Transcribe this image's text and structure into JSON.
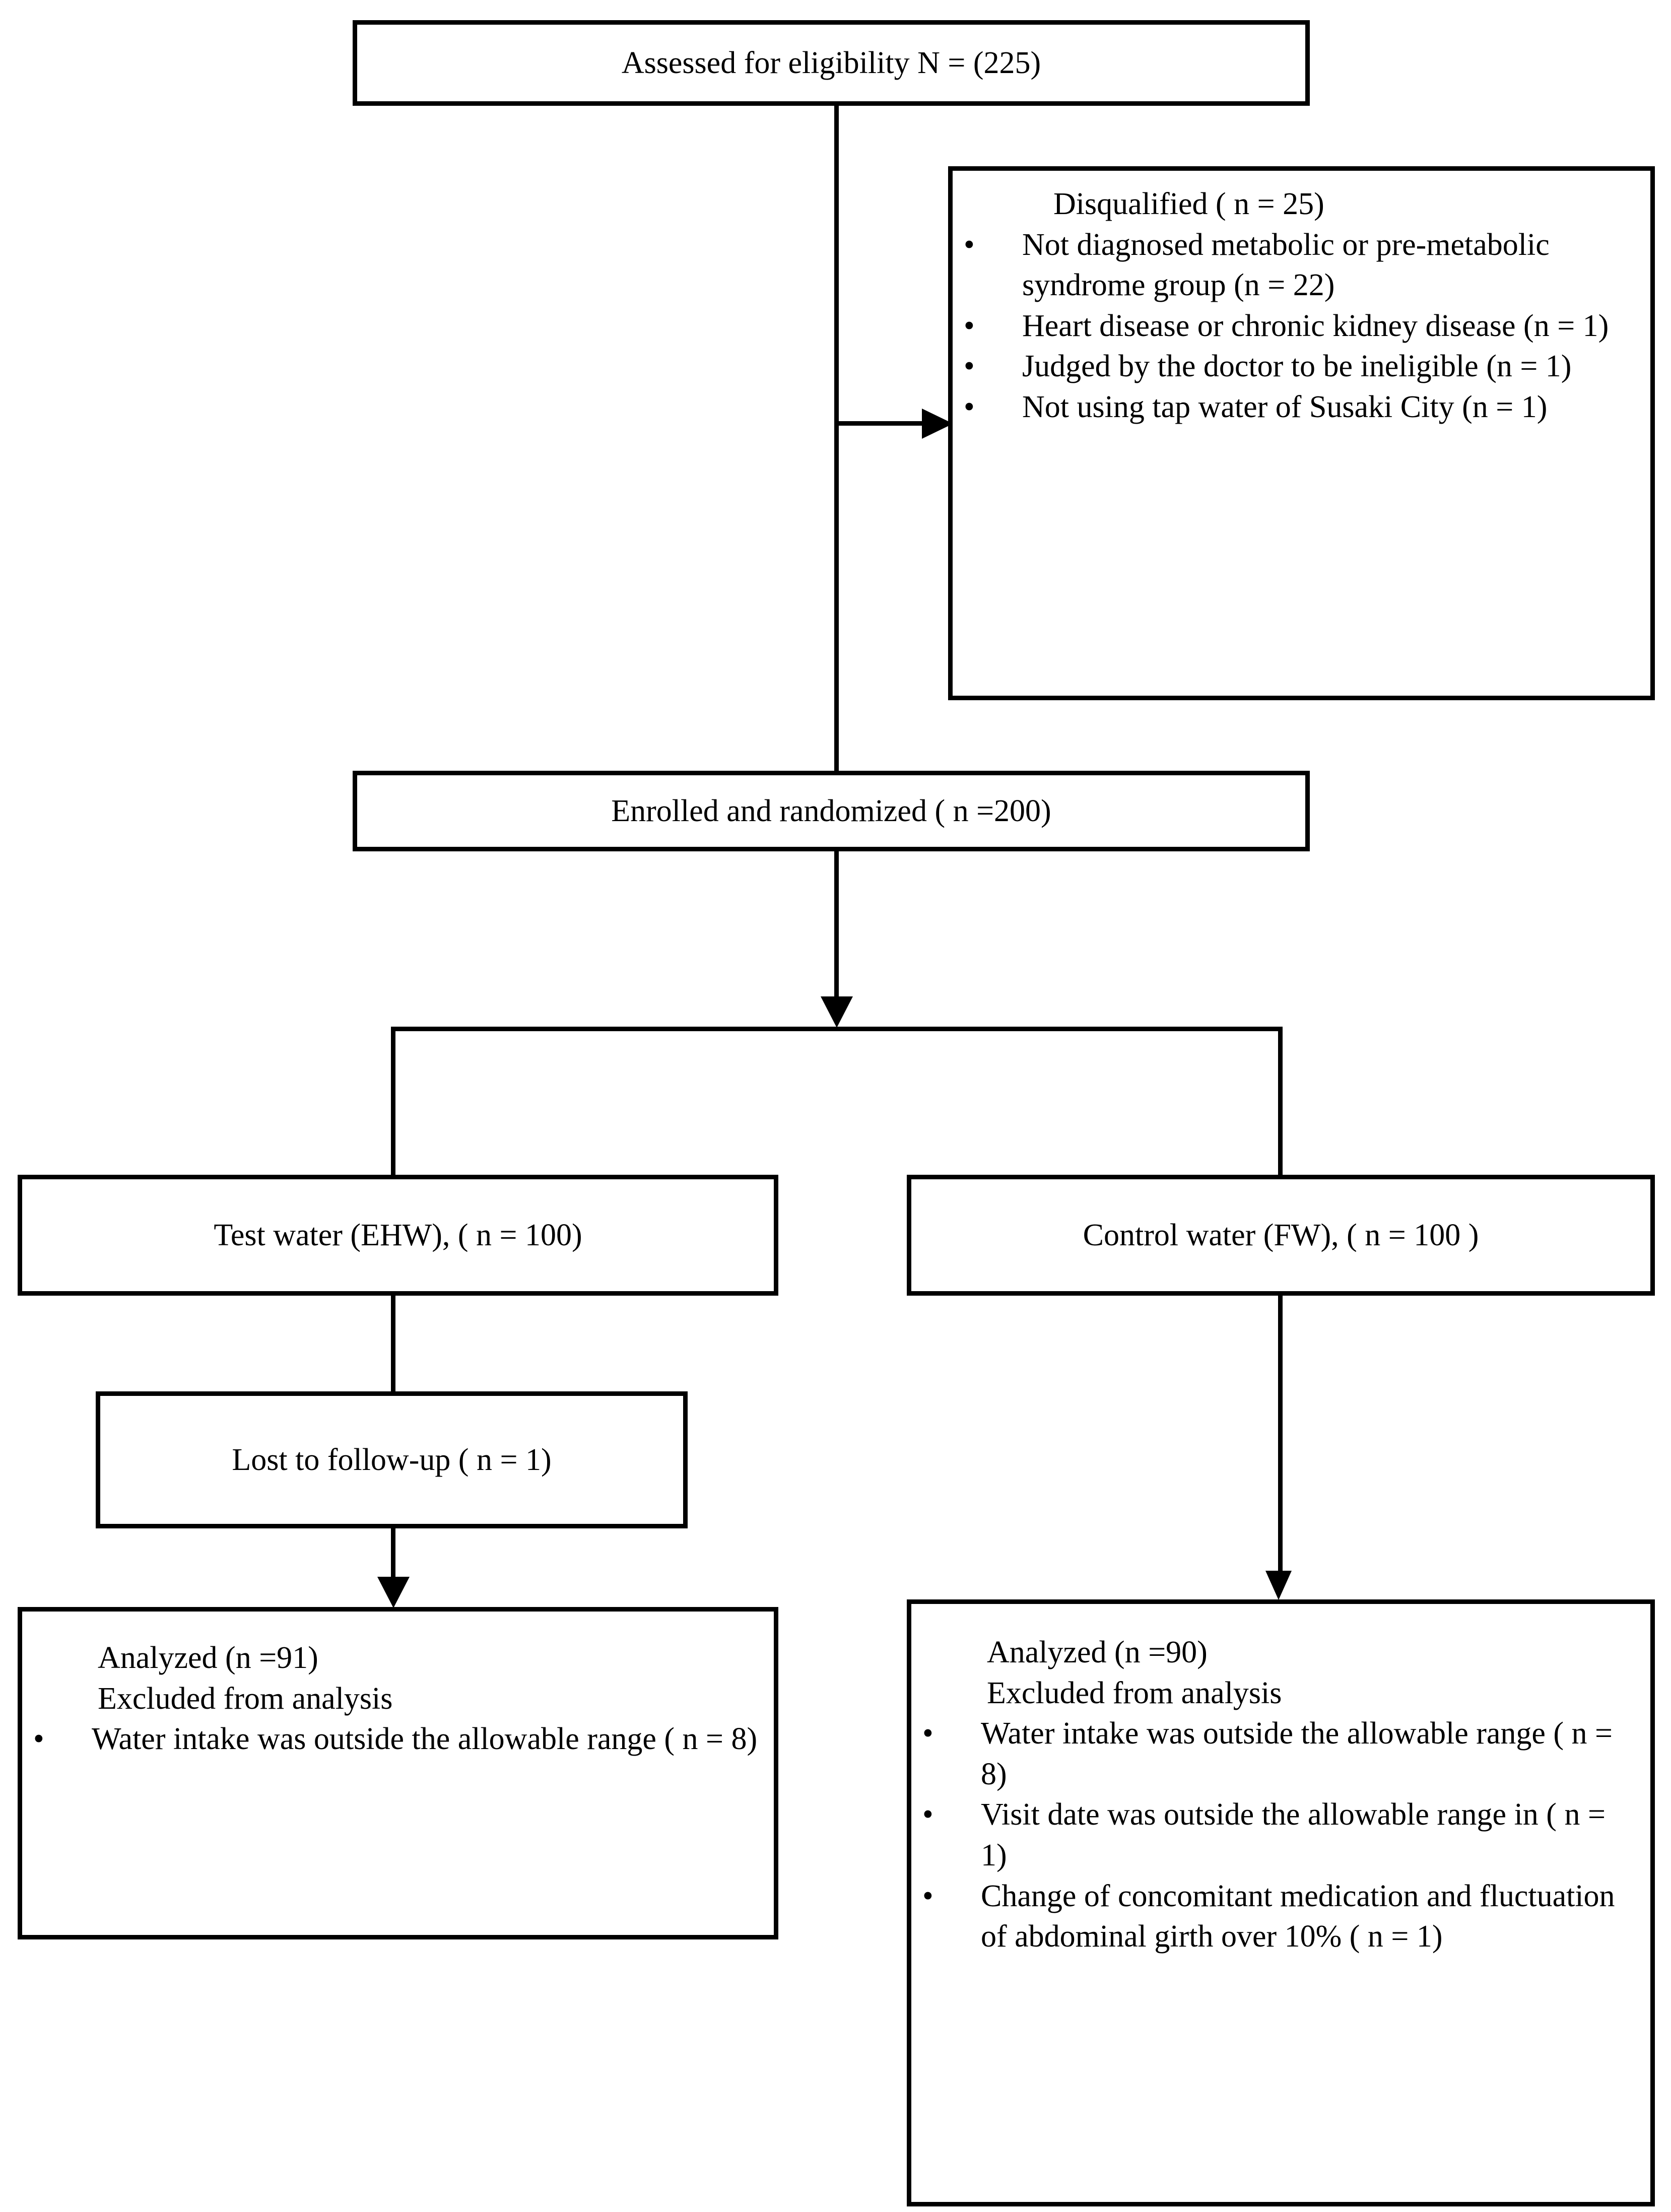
{
  "diagram": {
    "type": "consort-flow-diagram",
    "nodes": {
      "assessed": {
        "label": "Assessed for eligibility N = (225)"
      },
      "disqualified": {
        "heading": "Disqualified ( n = 25)",
        "items": [
          "Not diagnosed metabolic or pre-metabolic syndrome group (n = 22)",
          "Heart disease or chronic kidney disease (n = 1)",
          "Judged by the doctor to be ineligible (n = 1)",
          "Not using tap water of Susaki City (n = 1)"
        ],
        "bullet": "•"
      },
      "enrolled": {
        "label": "Enrolled and randomized ( n =200)"
      },
      "test_arm": {
        "label": "Test water (EHW), ( n = 100)"
      },
      "control_arm": {
        "label": "Control water (FW), ( n = 100 )"
      },
      "lost_followup": {
        "label": "Lost to follow-up ( n = 1)"
      },
      "analyzed_test": {
        "line1": "Analyzed (n =91)",
        "line2": "Excluded from analysis",
        "items": [
          "Water intake was outside the allowable range ( n = 8)"
        ],
        "bullet": "•"
      },
      "analyzed_control": {
        "line1": "Analyzed (n =90)",
        "line2": "Excluded from analysis",
        "items": [
          "Water intake was outside the allowable range ( n = 8)",
          "Visit date was outside the allowable range in ( n = 1)",
          "Change of concomitant medication and fluctuation of abdominal girth over 10% ( n = 1)"
        ],
        "bullet": "•"
      }
    },
    "colors": {
      "stroke": "#000000",
      "background": "#ffffff",
      "text": "#000000"
    }
  }
}
